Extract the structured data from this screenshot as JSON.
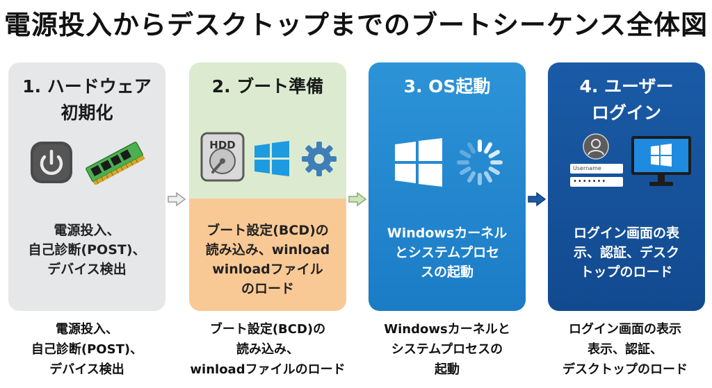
{
  "title": "電源投入からデスクトップまでのブートシーケンス全体図",
  "steps": [
    {
      "title": "1. ハードウェア\n初期化",
      "description": "電源投入、\n自己診断(POST)、\nデバイス検出",
      "caption": "電源投入、\n自己診断(POST)、\nデバイス検出",
      "icons": [
        "power-button-icon",
        "ram-module-icon"
      ]
    },
    {
      "title": "2. ブート準備",
      "description": "ブート設定(BCD)の\n読み込み、winload\nwinloadファイル\nのロード",
      "caption": "ブート設定(BCD)の\n読み込み、\nwinloadファイルのロード",
      "icons": [
        "hdd-icon",
        "windows-logo-icon",
        "gear-icon"
      ],
      "hdd_label": "HDD"
    },
    {
      "title": "3. OS起動",
      "description": "Windowsカーネル\nとシステムプロセ\nスの起動",
      "caption": "Windowsカーネルと\nシステムプロセスの\n起動",
      "icons": [
        "windows-logo-icon",
        "loading-spinner-icon"
      ]
    },
    {
      "title": "4. ユーザー\nログイン",
      "description": "ログイン画面の表\n示、認証、デスク\nトップのロード",
      "caption": "ログイン画面の表示\n表示、認証、\nデスクトップのロード",
      "icons": [
        "user-avatar-icon",
        "login-form-icon",
        "monitor-icon"
      ],
      "username_placeholder": "Username",
      "password_mask": "•••••••"
    }
  ],
  "colors": {
    "step1_bg": "#e6e7e9",
    "step2_top_bg": "#dcebd0",
    "step2_bottom_bg": "#f9c995",
    "step3_bg": "#2d93d7",
    "step4_bg": "#1a5aa6",
    "arrow1": "#f0f0f0",
    "arrow2": "#cfe6b8",
    "arrow3": "#1a5aa6"
  }
}
